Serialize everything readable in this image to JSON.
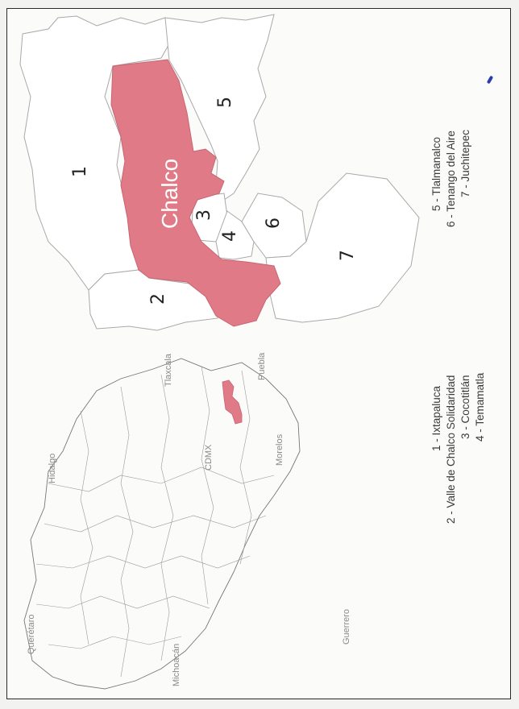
{
  "map_title_label": "Chalco",
  "colors": {
    "highlight": "#e07a86",
    "border": "#aaaaaa",
    "frame": "#2a2a2a"
  },
  "inset_map": {
    "neighbor_labels": [
      "Hidalgo",
      "Tlaxcala",
      "Puebla",
      "CDMX",
      "Morelos",
      "Guerrero",
      "Querétaro",
      "Michoacán"
    ]
  },
  "detail_map": {
    "region_numbers": [
      "1",
      "2",
      "3",
      "4",
      "5",
      "6",
      "7"
    ]
  },
  "legend": {
    "left_column": [
      "1 - Ixtapaluca",
      "2 - Valle de Chalco Solidaridad",
      "3 - Cocotitlán",
      "4 - Temamatla"
    ],
    "right_column": [
      "5 - Tlalmanalco",
      "6 - Tenango del Aire",
      "7 - Juchitepec"
    ]
  }
}
